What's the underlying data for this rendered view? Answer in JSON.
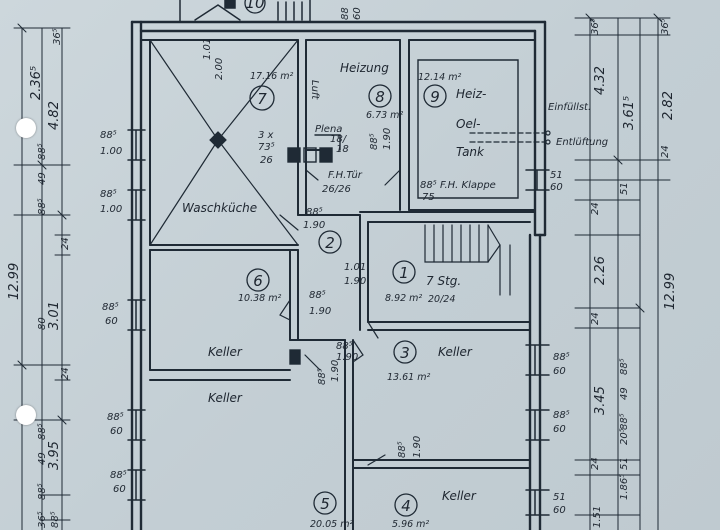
{
  "rooms": [
    {
      "id": "r10",
      "number": "10",
      "name": "",
      "area": ""
    },
    {
      "id": "r7",
      "number": "7",
      "name": "Waschküche",
      "area": "17.16 m²"
    },
    {
      "id": "r8",
      "number": "8",
      "name": "Heizung",
      "area": "6.73 m²"
    },
    {
      "id": "r9",
      "number": "9",
      "name": "Heiz-Oel-Tank",
      "area": "12.14 m²"
    },
    {
      "id": "r2",
      "number": "2",
      "name": "",
      "area": ""
    },
    {
      "id": "r6",
      "number": "6",
      "name": "",
      "area": "10.38 m²"
    },
    {
      "id": "r1",
      "number": "1",
      "name": "",
      "area": "8.92 m²"
    },
    {
      "id": "r3",
      "number": "3",
      "name": "Keller",
      "area": "13.61 m²"
    },
    {
      "id": "r5",
      "number": "5",
      "name": "Keller",
      "area": "20.05 m²"
    },
    {
      "id": "r4",
      "number": "4",
      "name": "Keller",
      "area": "5.96 m²"
    }
  ],
  "labels": {
    "luft": "Luft",
    "plena": "Plena",
    "plena_dim1": "18/",
    "plena_dim2": "18",
    "fh_tuer": "F.H.Tür",
    "fh_tuer_dim": "26/26",
    "fh_klappe": "F.H. Klappe",
    "fh_klappe_dim": "88⁵",
    "fh_klappe_dim2": "75",
    "einfuellst": "Einfüllst.",
    "entlueftung": "Entlüftung",
    "stairs": "7 Stg.",
    "stairs_dim": "20/24",
    "win_3x": "3 x",
    "win_3x_a": "73⁵",
    "win_3x_b": "26",
    "keller_left": "Keller",
    "keller_left_upper": "Keller",
    "oel": "Oel-",
    "tank": "Tank",
    "heiz": "Heiz-"
  },
  "door_dims": {
    "d7_top": "1.01",
    "d7_bot": "2.00",
    "d2_top": "88⁵",
    "d2_bot": "1.90",
    "d1_top": "1.01",
    "d1_bot": "1.90",
    "d6_top": "88⁵",
    "d6_bot": "1.90",
    "d8_top": "88⁵",
    "d8_bot": "1.90",
    "d3_top": "88⁵",
    "d3_bot": "1.90",
    "d3b_top": "88⁵",
    "d3b_bot": "1.90",
    "d4_top": "88⁵",
    "d4_bot": "1.90",
    "heizung_top": "88",
    "heizung_bot": "60"
  },
  "window_dims_left": [
    {
      "top": "88⁵",
      "bot": "1.00"
    },
    {
      "top": "88⁵",
      "bot": "1.00"
    },
    {
      "top": "88⁵",
      "bot": "60"
    },
    {
      "top": "88⁵",
      "bot": "60"
    },
    {
      "top": "88⁵",
      "bot": "60"
    }
  ],
  "window_dims_right": [
    {
      "top": "51",
      "bot": "60"
    },
    {
      "top": "88⁵",
      "bot": "60"
    },
    {
      "top": "88⁵",
      "bot": "60"
    },
    {
      "top": "51",
      "bot": "60"
    }
  ],
  "left_dims": {
    "total": "12.99",
    "seg_top": "2.36⁵",
    "seg_482": "4.82",
    "seg_307": "3.01",
    "seg_395": "3.95",
    "small_365": "36⁵",
    "small_24a": "24",
    "small_24b": "24",
    "small_885a": "88⁵",
    "small_49": "49",
    "small_885b": "88⁵",
    "small_885c": "88⁵",
    "small_49b": "49",
    "small_885d": "88⁵",
    "small_80": "80",
    "small_365b": "36⁵",
    "small_885e": "88⁵"
  },
  "right_dims": {
    "total": "12.99",
    "seg_432": "4.32",
    "seg_3615": "3.61⁵",
    "seg_282": "2.82",
    "seg_226": "2.26",
    "seg_345": "3.45",
    "seg_151": "1.51",
    "small_365": "36⁵",
    "small_365b": "36⁵",
    "small_24a": "24",
    "small_24b": "24",
    "small_24c": "24",
    "small_24d": "24",
    "small_51": "51",
    "small_51b": "51",
    "small_885a": "88⁵",
    "small_885b": "88⁵",
    "small_49": "49",
    "small_1865": "1.86⁵",
    "small_205": "20⁵"
  }
}
